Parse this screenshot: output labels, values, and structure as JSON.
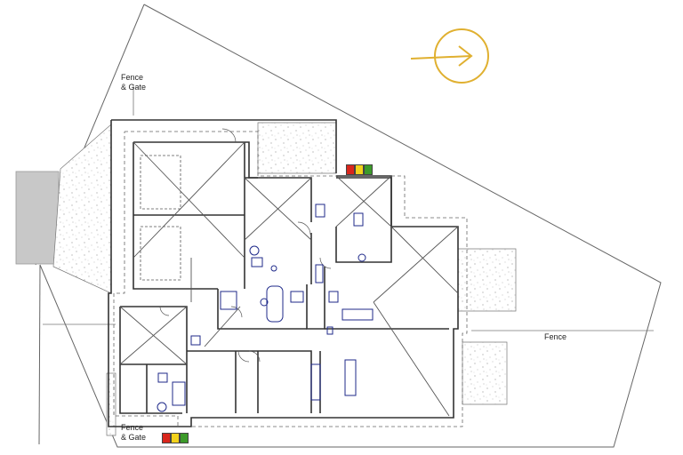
{
  "labels": {
    "fence_gate_top_line1": "Fence",
    "fence_gate_top_line2": "& Gate",
    "fence_gate_bottom_line1": "Fence",
    "fence_gate_bottom_line2": "& Gate",
    "fence_right": "Fence"
  },
  "north_arrow": {
    "icon": "north-arrow-icon",
    "color": "#e0b030"
  },
  "colors": {
    "line": "#555555",
    "wall": "#333333",
    "fixture": "#1f2a8a",
    "paving": "#c8c8c8",
    "swatch_red": "#d9261c",
    "swatch_yellow": "#f2d21c",
    "swatch_green": "#3c9a2a"
  }
}
